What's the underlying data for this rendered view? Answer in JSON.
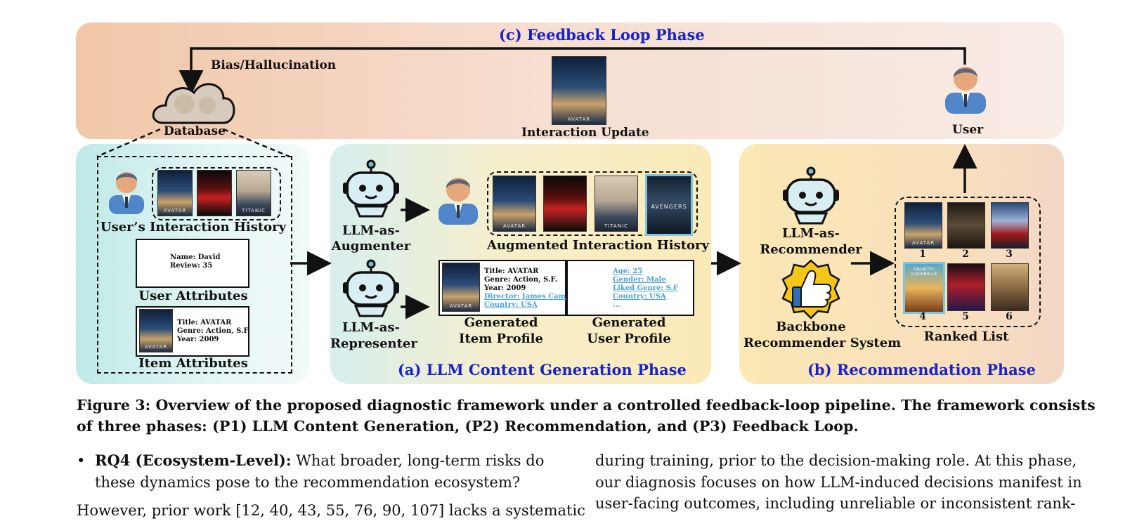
{
  "figure": {
    "feedback_phase_title": "(c) Feedback Loop Phase",
    "content_phase_title": "(a) LLM Content Generation Phase",
    "recommendation_phase_title": "(b) Recommendation Phase",
    "bias_label": "Bias/Hallucination",
    "database_label": "Database",
    "interaction_update_label": "Interaction Update",
    "user_label": "User",
    "history_label": "User’s Interaction History",
    "user_attributes_label": "User Attributes",
    "user_attr_card": {
      "line1": "Name: David",
      "line2": "Review: 35"
    },
    "item_attributes_label": "Item Attributes",
    "item_attr_card": {
      "line1": "Title: AVATAR",
      "line2": "Genre: Action, S.F.",
      "line3": "Year: 2009"
    },
    "augmenter_label_1": "LLM-as-",
    "augmenter_label_2": "Augmenter",
    "representer_label_1": "LLM-as-",
    "representer_label_2": "Representer",
    "augmented_history_label": "Augmented Interaction History",
    "item_profile_card": {
      "line1": "Title: AVATAR",
      "line2": "Genre: Action, S.F.",
      "line3": "Year: 2009",
      "line4": "Director: James Cameron",
      "line5": "Country: USA"
    },
    "user_profile_card": {
      "line1": "Age: 25",
      "line2": "Gender: Male",
      "line3": "Liked Genre: S.F",
      "line4": "Country: USA",
      "line5": "..."
    },
    "generated_item_profile_1": "Generated",
    "generated_item_profile_2": "Item Profile",
    "generated_user_profile_1": "Generated",
    "generated_user_profile_2": "User Profile",
    "recommender_label_1": "LLM-as-",
    "recommender_label_2": "Recommender",
    "backbone_label_1": "Backbone",
    "backbone_label_2": "Recommender System",
    "ranked_list_label": "Ranked List",
    "ranks": [
      "1",
      "2",
      "3",
      "4",
      "5",
      "6"
    ],
    "poster_texts": {
      "avatar": "AVATAR",
      "titanic": "TITANIC",
      "avengers": "AVENGERS",
      "galactic": "GALACTIC GOOFBALLS"
    }
  },
  "caption": {
    "line1": "Figure 3: Overview of the proposed diagnostic framework under a controlled feedback-loop pipeline. The framework consists",
    "line2": "of three phases: (P1) LLM Content Generation, (P2) Recommendation, and (P3) Feedback Loop."
  },
  "body": {
    "bullet": "•",
    "rq4_label": "RQ4 (Ecosystem-Level):",
    "rq4_text_1": " What broader, long-term risks do",
    "rq4_text_2": "these dynamics pose to the recommendation ecosystem?",
    "left_line3": "However, prior work [12, 40, 43, 55, 76, 90, 107] lacks a systematic",
    "right_line1": "during training, prior to the decision-making role. At this phase,",
    "right_line2": "our diagnosis focuses on how LLM-induced decisions manifest in",
    "right_line3": "user-facing outcomes, including unreliable or inconsistent rank-"
  }
}
